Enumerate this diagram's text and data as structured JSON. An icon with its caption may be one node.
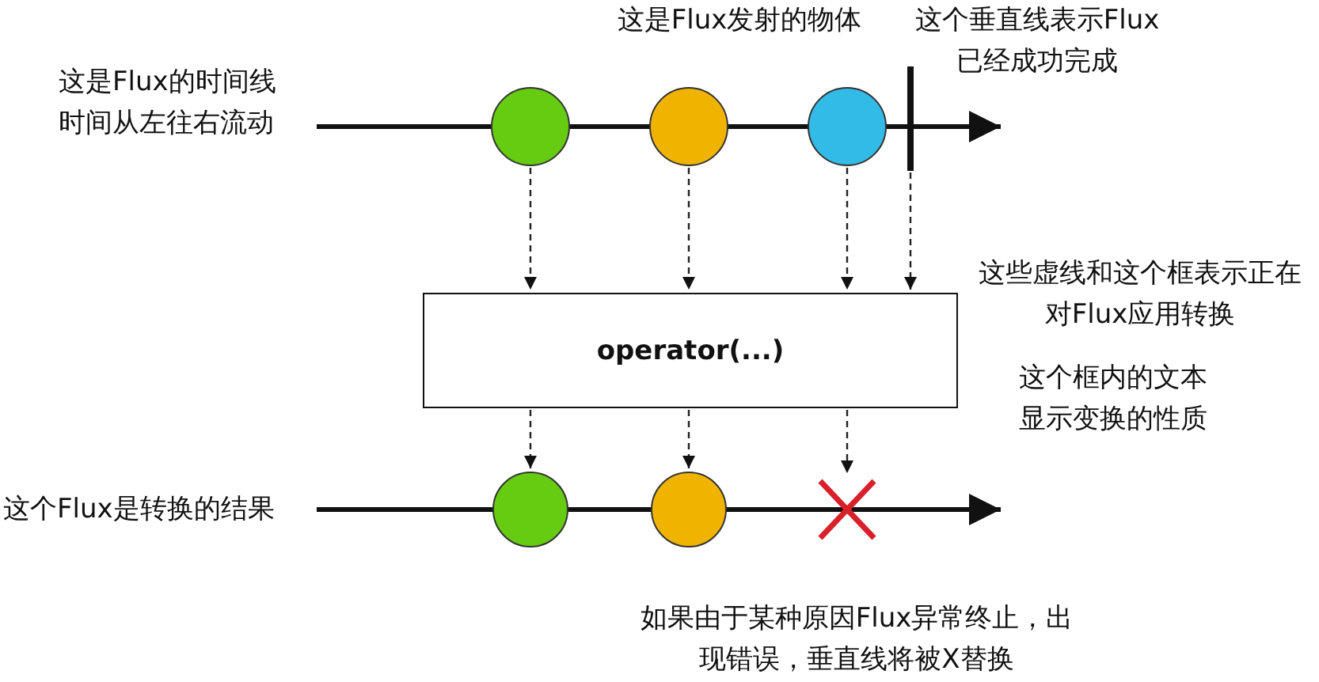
{
  "diagram": {
    "nodes": [
      {
        "text": [],
        "shape": "circle"
      },
      {
        "text": [],
        "shape": "circle"
      },
      {
        "text": [],
        "shape": "circle"
      },
      {
        "text": [],
        "shape": "bar"
      },
      {
        "text": [
          "operator(...)"
        ]
      },
      {
        "text": [],
        "shape": "circle"
      },
      {
        "text": [],
        "shape": "circle"
      },
      {
        "text": [],
        "shape": "cross"
      }
    ],
    "edges": [
      {
        "from": 0,
        "to": 4,
        "arrow": "to",
        "style": "dashed"
      },
      {
        "from": 1,
        "to": 4,
        "arrow": "to",
        "style": "dashed"
      },
      {
        "from": 2,
        "to": 4,
        "arrow": "to",
        "style": "dashed"
      },
      {
        "from": 3,
        "to": 4,
        "arrow": "to",
        "style": "dashed"
      },
      {
        "from": 4,
        "to": 5,
        "arrow": "to",
        "style": "dashed"
      },
      {
        "from": 4,
        "to": 6,
        "arrow": "to",
        "style": "dashed"
      },
      {
        "from": 4,
        "to": 7,
        "arrow": "to",
        "style": "dashed"
      }
    ],
    "labels": [
      "这是Flux的时间线时间从左往右流动",
      "这是Flux发射的物体",
      "这个垂直线表示Flux已经成功完成",
      "这些虚线和这个框表示正在对Flux应用转换",
      "这个框内的文本显示变换的性质",
      "这个Flux是转换的结果",
      "如果由于某种原因Flux异常终止，出现错误，垂直线将被X替换"
    ]
  }
}
